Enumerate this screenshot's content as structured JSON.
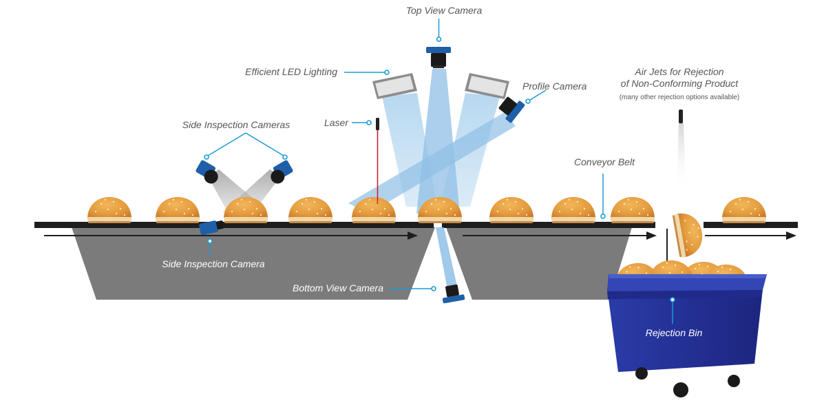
{
  "labels": {
    "top_view_camera": "Top View Camera",
    "led_lighting": "Efficient LED Lighting",
    "profile_camera": "Profile Camera",
    "air_jets_line1": "Air Jets for Rejection",
    "air_jets_line2": "of Non-Conforming Product",
    "air_jets_note": "(many other rejection options available)",
    "side_inspection_cameras": "Side Inspection Cameras",
    "laser": "Laser",
    "conveyor_belt": "Conveyor Belt",
    "side_inspection_camera": "Side Inspection Camera",
    "bottom_view_camera": "Bottom View Camera",
    "rejection_bin": "Rejection Bin"
  },
  "colors": {
    "camera_blue": "#1f5fa8",
    "leader_blue": "#1a9bd7",
    "belt": "#1e1e1e",
    "frame_gray": "#7b7b7b",
    "bin_blue": "#24319a",
    "laser_red": "#d0202a",
    "bun": "#e39a3c"
  },
  "icons": [
    "camera-icon",
    "led-light-icon",
    "laser-icon",
    "air-jet-nozzle-icon",
    "bun-icon",
    "bin-icon"
  ]
}
